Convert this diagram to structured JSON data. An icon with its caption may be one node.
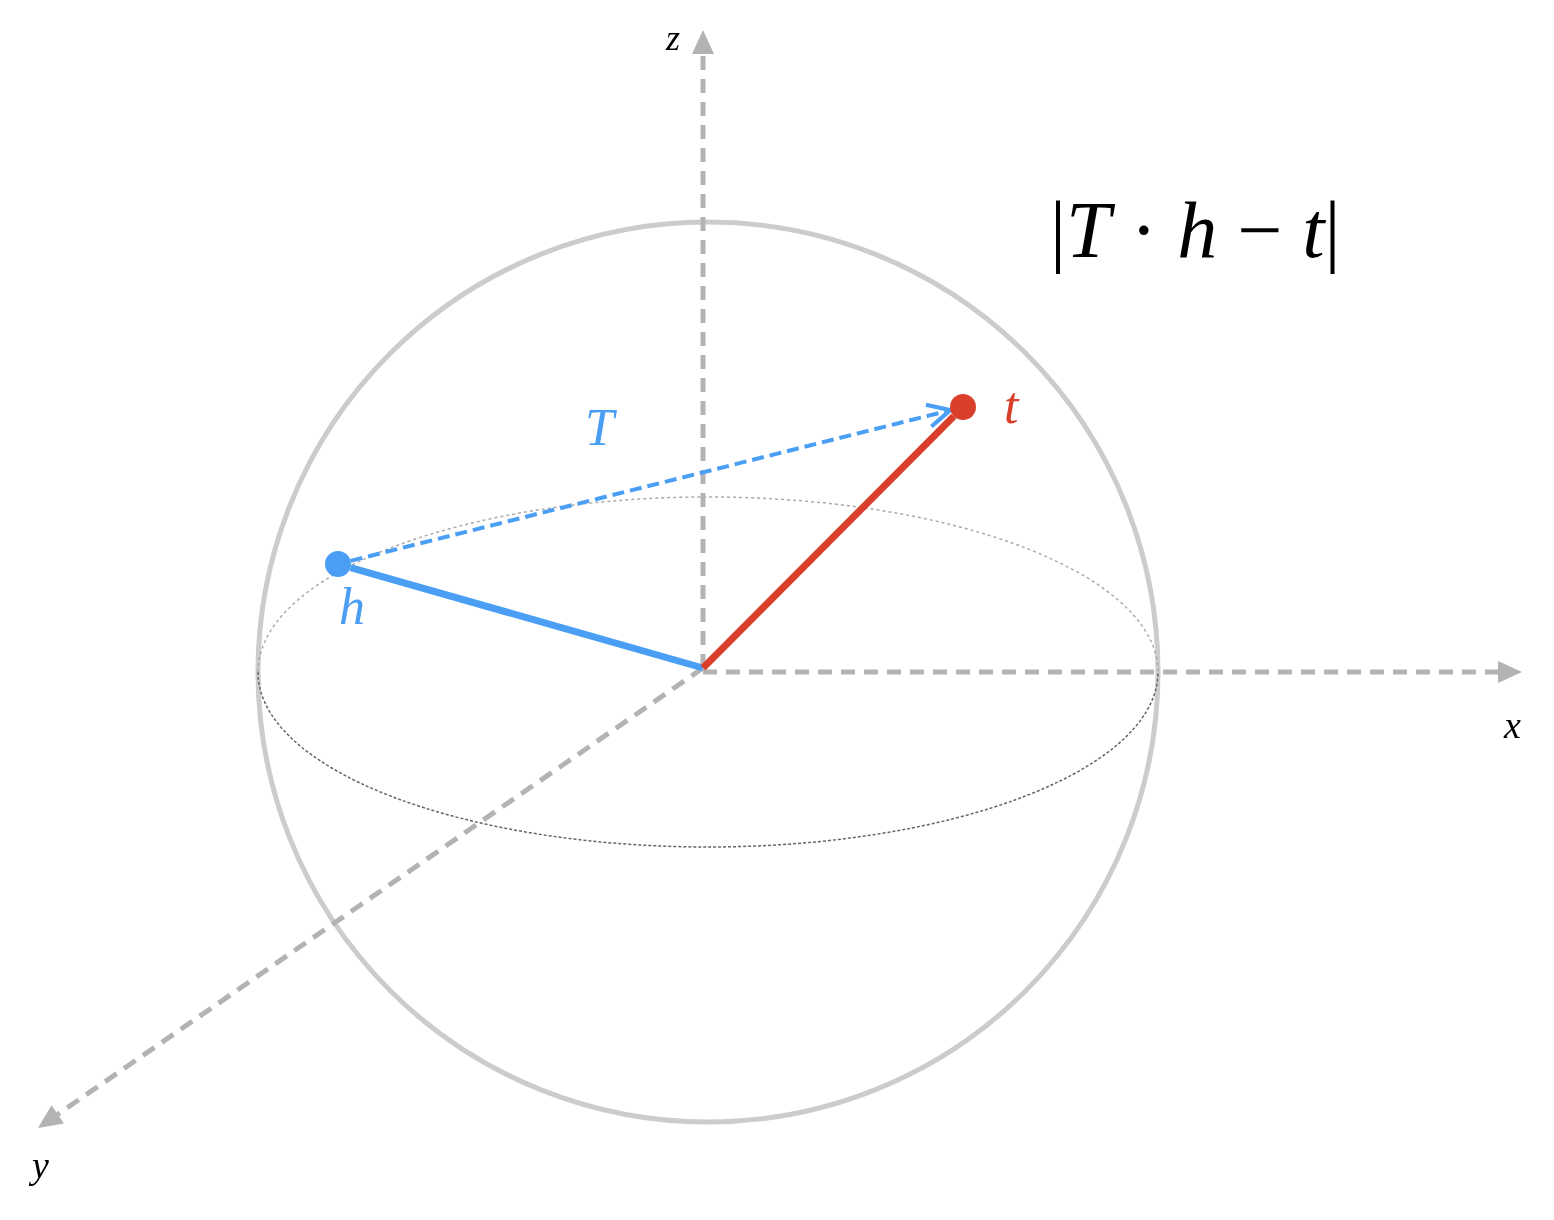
{
  "diagram": {
    "nodes": [
      {
        "text": [
          "h"
        ]
      },
      {
        "text": [
          "t"
        ]
      }
    ],
    "edges": [
      {
        "from": null,
        "to": 0,
        "arrow": "none",
        "color": "#4a9ff5"
      },
      {
        "from": null,
        "to": 1,
        "arrow": "none",
        "color": "#d93f2b"
      },
      {
        "from": 0,
        "to": 1,
        "arrow": "to",
        "style": "dashed",
        "color": "#4a9ff5",
        "label": "T"
      }
    ],
    "labels": [
      "z",
      "|*T* · *h* − *t*|",
      "x",
      "y"
    ]
  }
}
